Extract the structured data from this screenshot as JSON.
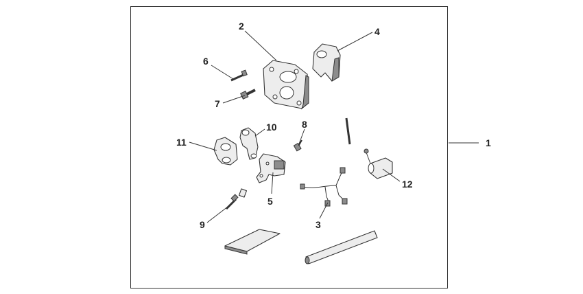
{
  "diagram": {
    "callouts": {
      "c1": "1",
      "c2": "2",
      "c3": "3",
      "c4": "4",
      "c5": "5",
      "c6": "6",
      "c7": "7",
      "c8": "8",
      "c9": "9",
      "c10": "10",
      "c11": "11",
      "c12": "12"
    },
    "colors": {
      "frame": "#333333",
      "part_fill": "#ededed",
      "part_shadow": "#8c8c8c",
      "background": "#ffffff"
    }
  }
}
